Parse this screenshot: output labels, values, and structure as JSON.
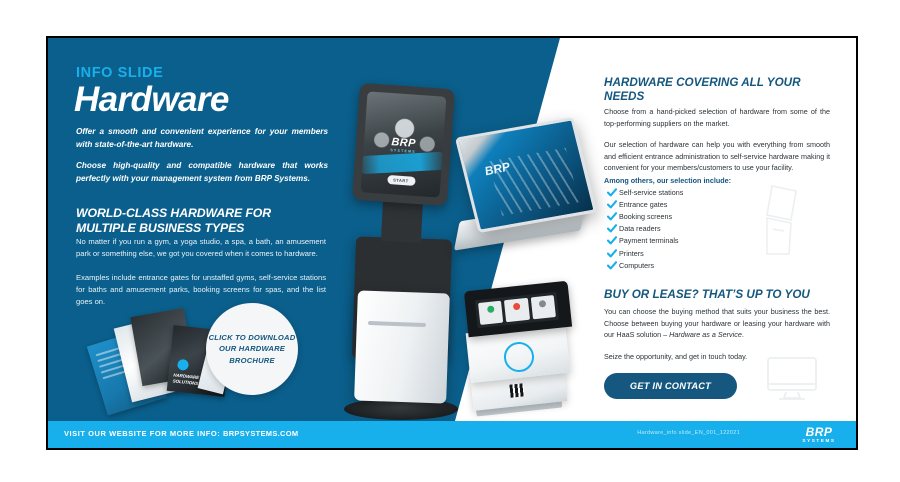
{
  "colors": {
    "brand_dark_blue": "#0b5f8c",
    "brand_cyan": "#17b0ec",
    "brand_navy": "#15577f",
    "white": "#ffffff",
    "black": "#000000"
  },
  "left": {
    "eyebrow": "INFO SLIDE",
    "title": "Hardware",
    "lead": [
      "Offer a smooth and convenient experience for your members with state-of-the-art hardware.",
      "Choose high-quality and compatible hardware that works perfectly with your management system from BRP Systems."
    ],
    "heading": "WORLD-CLASS HARDWARE FOR MULTIPLE BUSINESS TYPES",
    "paragraphs": [
      "No matter if you run a gym, a yoga studio, a spa, a bath, an amusement park or something else, we got you covered when it comes to hardware.",
      "Examples include entrance gates for unstaffed gyms, self-service stations for baths and amusement parks, booking screens for spas, and the list goes on."
    ],
    "badge": "CLICK TO DOWNLOAD OUR HARDWARE BROCHURE"
  },
  "hardware": {
    "kiosk_logo_main": "BRP",
    "kiosk_logo_sub": "SYSTEMS",
    "kiosk_start_button": "START",
    "monitor_logo": "BRP",
    "brochure_caption": "HARDWARE SOLUTIONS"
  },
  "right": {
    "heading1": "HARDWARE COVERING ALL YOUR NEEDS",
    "paragraphs1": [
      "Choose from a hand-picked selection of hardware from some of the top-performing suppliers on the market.",
      "Our selection of hardware can help you with everything from smooth and efficient entrance administration to self-service hardware making it convenient for your members/customers to use your facility."
    ],
    "list_intro": "Among others, our selection include:",
    "list_items": [
      "Self-service stations",
      "Entrance gates",
      "Booking screens",
      "Data readers",
      "Payment terminals",
      "Printers",
      "Computers"
    ],
    "heading2": "BUY OR LEASE? THAT’S UP TO YOU",
    "paragraph2a": "You can choose the buying method that suits your business the best. Choose between buying your hardware or leasing your hardware with our HaaS solution – ",
    "paragraph2a_em": "Hardware as a Service",
    "paragraph2a_end": ".",
    "paragraph2b": "Seize the opportunity, and get in touch today.",
    "cta_label": "GET IN CONTACT"
  },
  "footer": {
    "url_prefix": "VISIT OUR WEBSITE FOR MORE INFO: ",
    "url": "BRPSYSTEMS.COM",
    "doc_code": "Hardware_info slide_EN_001_122021",
    "logo_main": "BRP",
    "logo_sub": "SYSTEMS"
  }
}
